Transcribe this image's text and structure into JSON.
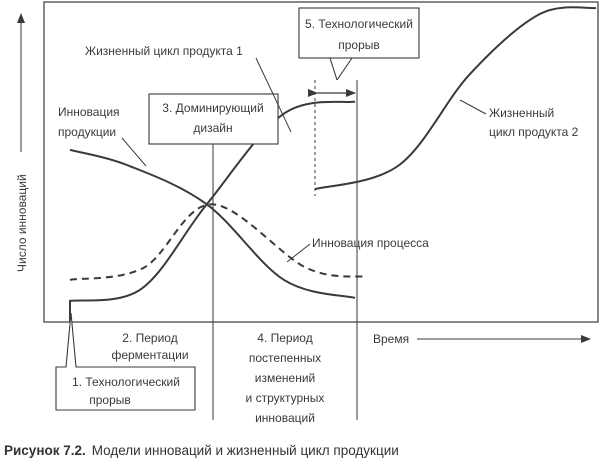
{
  "chart_data": {
    "type": "line",
    "ylabel": "Число инноваций",
    "xlabel": "Время",
    "axis_arrows": true,
    "series": [
      {
        "name": "Инновация продукции",
        "style": "solid",
        "points": [
          [
            0.0,
            0.53
          ],
          [
            0.2,
            0.48
          ],
          [
            0.48,
            0.35
          ],
          [
            0.75,
            0.1
          ],
          [
            1.0,
            0.04
          ]
        ]
      },
      {
        "name": "Инновация процесса",
        "style": "dashed",
        "points": [
          [
            0.0,
            0.1
          ],
          [
            0.25,
            0.14
          ],
          [
            0.48,
            0.35
          ],
          [
            0.8,
            0.14
          ],
          [
            1.0,
            0.11
          ]
        ]
      },
      {
        "name": "Жизненный цикл продукта 1",
        "style": "solid",
        "points": [
          [
            0.0,
            0.03
          ],
          [
            0.25,
            0.07
          ],
          [
            0.48,
            0.35
          ],
          [
            0.75,
            0.65
          ],
          [
            1.0,
            0.69
          ]
        ]
      },
      {
        "name": "Жизненный цикл продукта 2",
        "style": "solid",
        "points": [
          [
            0.0,
            0.4
          ],
          [
            0.3,
            0.48
          ],
          [
            0.55,
            0.78
          ],
          [
            0.8,
            0.98
          ],
          [
            1.0,
            1.0
          ]
        ]
      }
    ],
    "annotations": [
      {
        "id": "tech-breakthrough-1",
        "lines": [
          "1. Технологический",
          "прорыв"
        ]
      },
      {
        "id": "ferment-period",
        "lines": [
          "2. Период",
          "ферментации"
        ]
      },
      {
        "id": "dominant-design",
        "lines": [
          "3. Доминирующий",
          "дизайн"
        ]
      },
      {
        "id": "gradual-changes",
        "lines": [
          "4. Период",
          "постепенных",
          "изменений",
          "и структурных",
          "инноваций"
        ]
      },
      {
        "id": "tech-breakthrough-5",
        "lines": [
          "5. Технологический",
          "прорыв"
        ]
      }
    ],
    "series_labels": {
      "product-innovation": [
        "Инновация",
        "продукции"
      ],
      "process-innovation": [
        "Инновация процесса"
      ],
      "life-cycle-1": [
        "Жизненный цикл продукта 1"
      ],
      "life-cycle-2": [
        "Жизненный",
        "цикл продукта 2"
      ]
    }
  },
  "caption": {
    "number": "Рисунок 7.2.",
    "text": "Модели инноваций и жизненный цикл продукции"
  }
}
